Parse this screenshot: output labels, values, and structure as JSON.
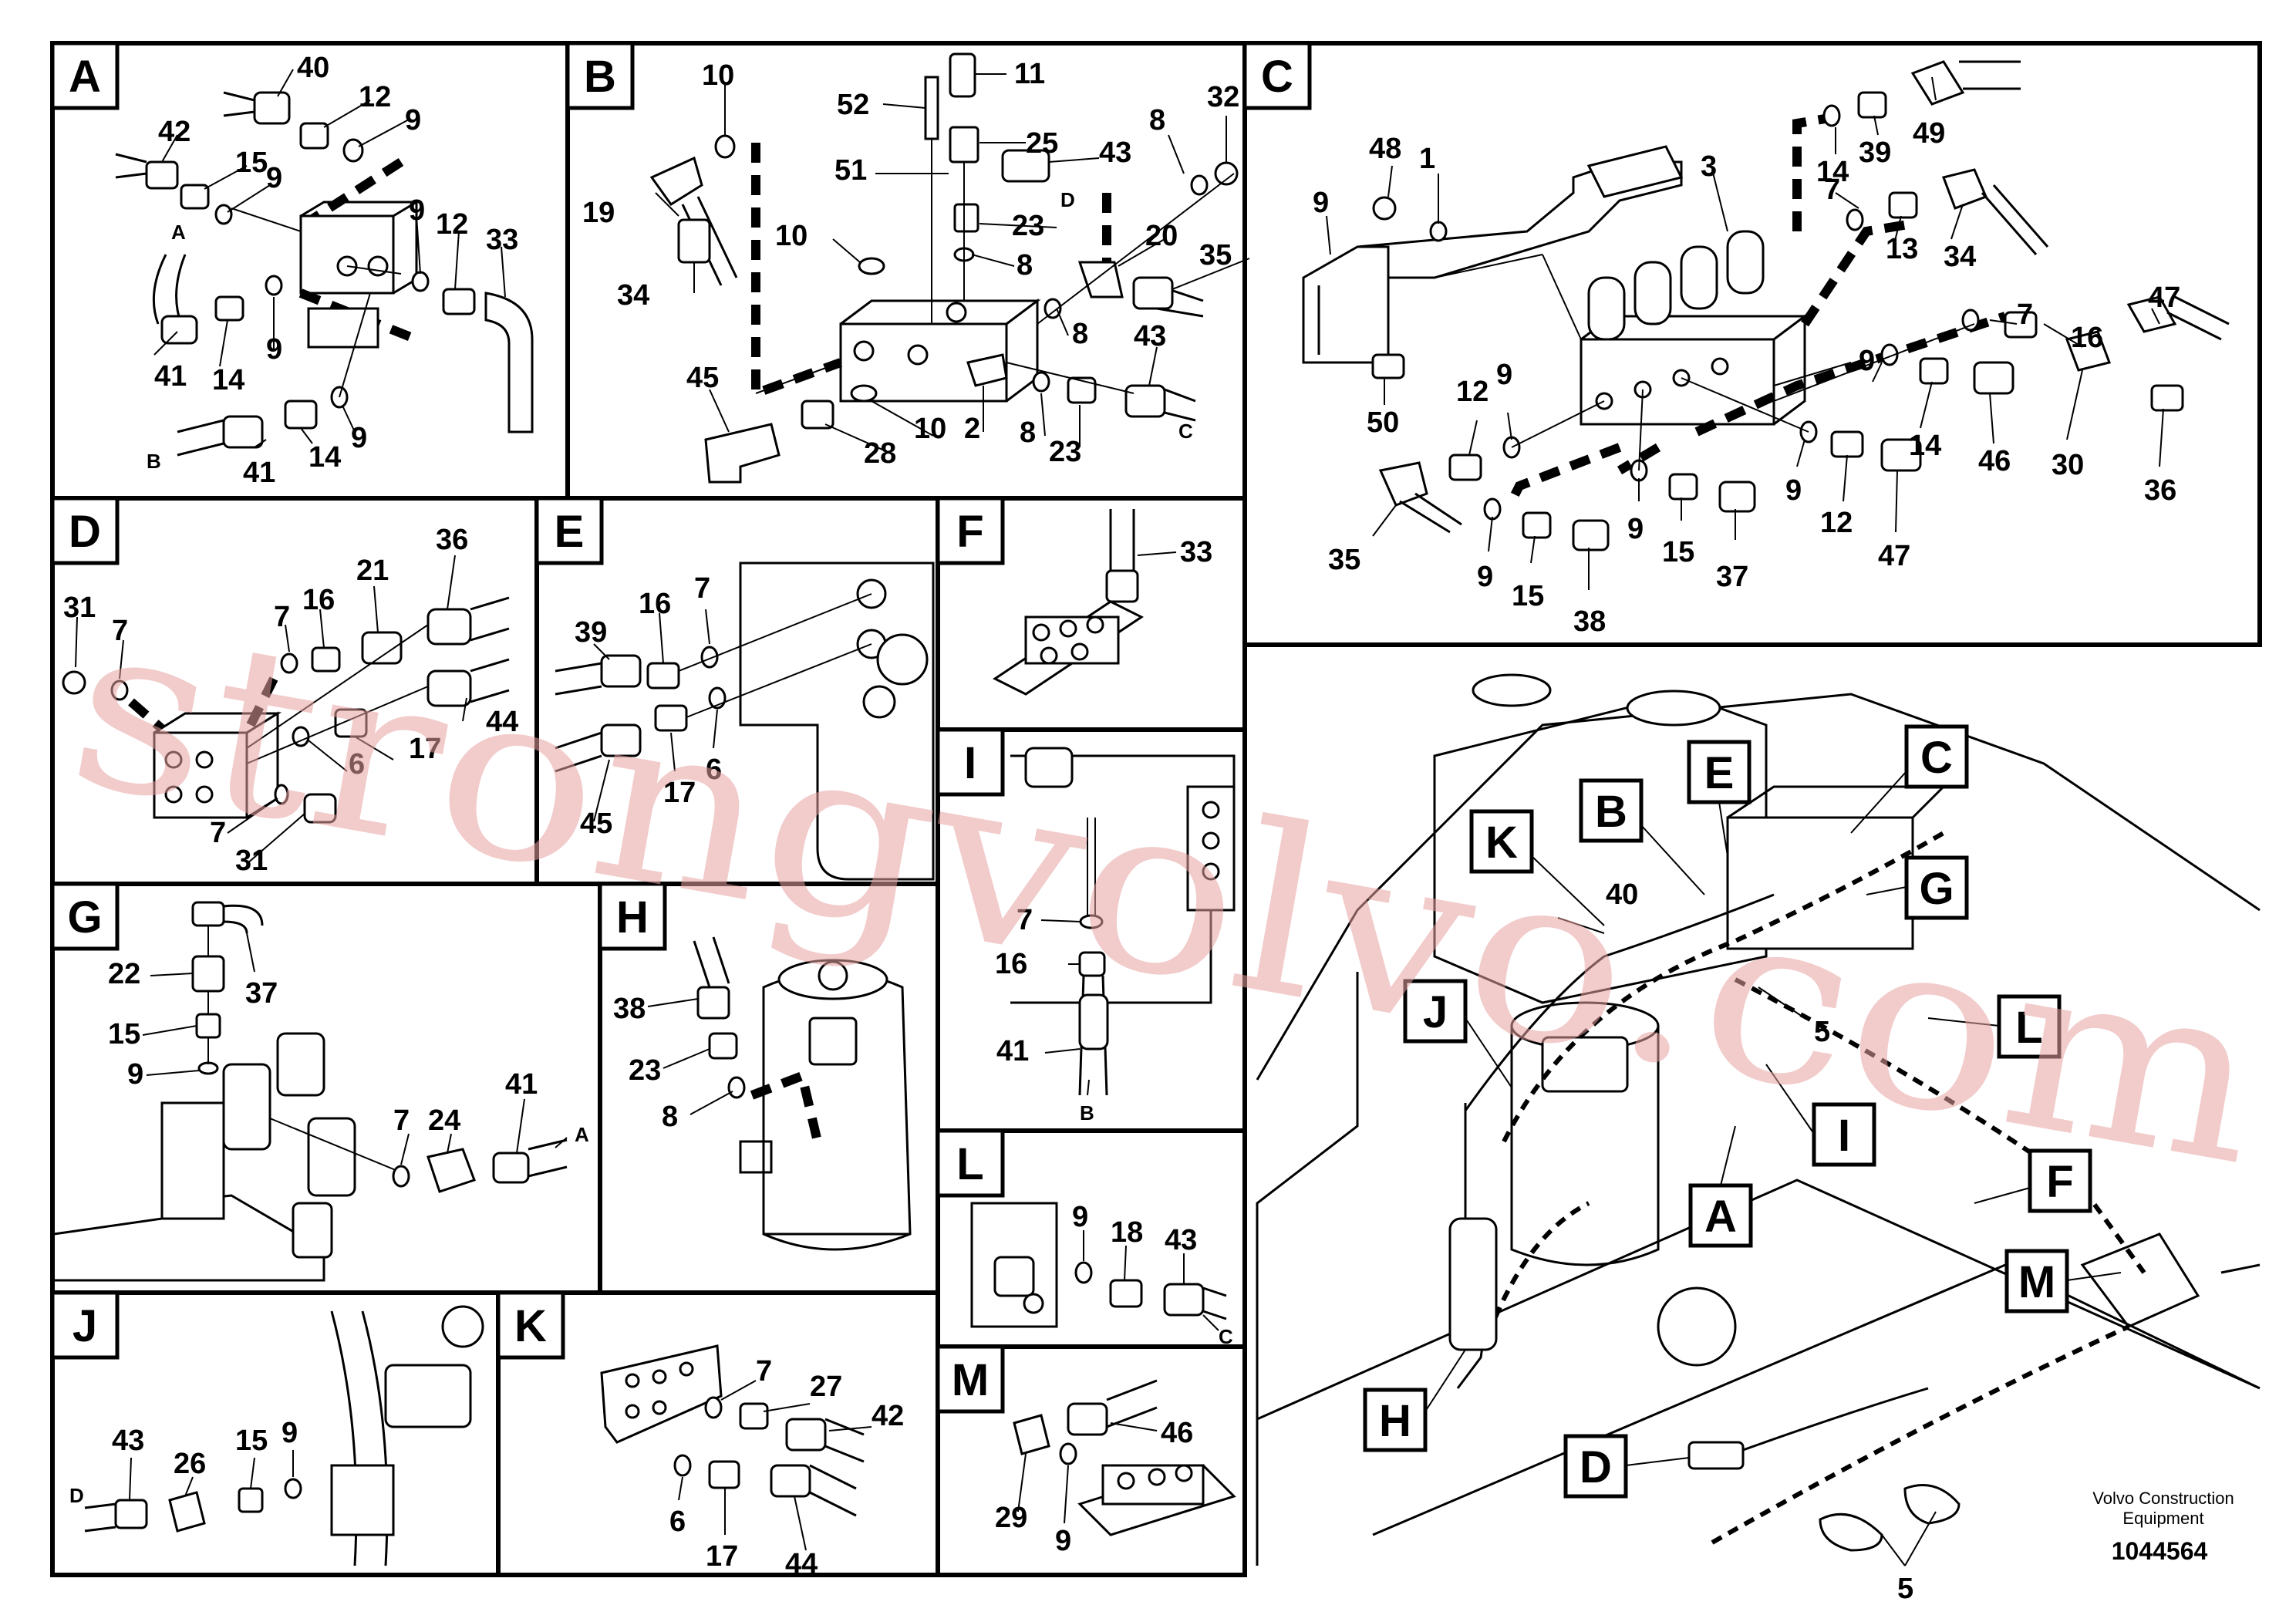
{
  "panels": [
    {
      "id": "A",
      "labels": [
        "40",
        "12",
        "9",
        "42",
        "15",
        "9",
        "9",
        "12",
        "33",
        "A",
        "14",
        "9",
        "41",
        "B",
        "41",
        "14",
        "9"
      ]
    },
    {
      "id": "B",
      "labels": [
        "10",
        "11",
        "52",
        "25",
        "43",
        "51",
        "D",
        "19",
        "10",
        "23",
        "8",
        "8",
        "32",
        "20",
        "35",
        "34",
        "8",
        "43",
        "45",
        "10",
        "2",
        "8",
        "23",
        "28",
        "C"
      ]
    },
    {
      "id": "C",
      "labels": [
        "14",
        "39",
        "49",
        "48",
        "1",
        "3",
        "9",
        "7",
        "13",
        "34",
        "7",
        "16",
        "47",
        "50",
        "12",
        "9",
        "9",
        "14",
        "46",
        "30",
        "36",
        "9",
        "12",
        "47",
        "35",
        "9",
        "15",
        "37",
        "9",
        "15",
        "38"
      ]
    },
    {
      "id": "D",
      "labels": [
        "36",
        "21",
        "31",
        "7",
        "7",
        "16",
        "44",
        "17",
        "6",
        "7",
        "31"
      ]
    },
    {
      "id": "E",
      "labels": [
        "7",
        "39",
        "16",
        "6",
        "17",
        "45"
      ]
    },
    {
      "id": "F",
      "labels": [
        "33"
      ]
    },
    {
      "id": "G",
      "labels": [
        "37",
        "22",
        "15",
        "9",
        "41",
        "7",
        "24",
        "A"
      ]
    },
    {
      "id": "H",
      "labels": [
        "38",
        "23",
        "8"
      ]
    },
    {
      "id": "I",
      "labels": [
        "7",
        "16",
        "41",
        "B"
      ]
    },
    {
      "id": "J",
      "labels": [
        "43",
        "26",
        "15",
        "9",
        "D"
      ]
    },
    {
      "id": "K",
      "labels": [
        "7",
        "27",
        "42",
        "6",
        "17",
        "44"
      ]
    },
    {
      "id": "L",
      "labels": [
        "9",
        "18",
        "43",
        "C"
      ]
    },
    {
      "id": "M",
      "labels": [
        "46",
        "29",
        "9"
      ]
    }
  ],
  "overview": {
    "callouts": [
      "K",
      "B",
      "E",
      "C",
      "G",
      "J",
      "L",
      "I",
      "A",
      "F",
      "M",
      "H",
      "D"
    ],
    "item_labels": [
      "40",
      "5",
      "5"
    ]
  },
  "watermark": "strongvolvo.com",
  "credit_line1": "Volvo Construction",
  "credit_line2": "Equipment",
  "doc_number": "1044564"
}
